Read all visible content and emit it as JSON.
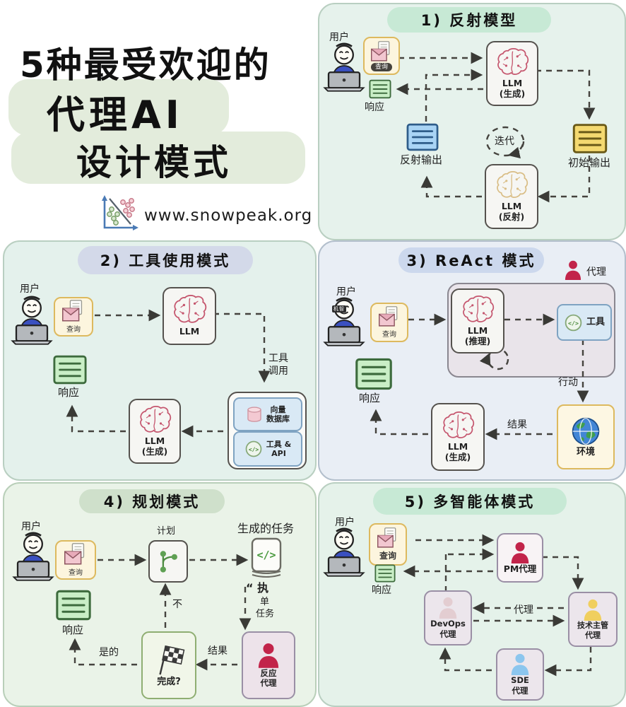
{
  "page": {
    "title_line1": "5种最受欢迎的",
    "title_line2": "代理AI",
    "title_line3": "设计模式",
    "website": "www.snowpeak.org"
  },
  "icons": {
    "code_glyph": "</>"
  },
  "panels": {
    "p1": {
      "header": "1) 反射模型",
      "user_label": "用户",
      "query_label": "查询",
      "response_label": "响应",
      "llm_gen": {
        "l1": "LLM",
        "l2": "(生成)"
      },
      "llm_reflect": {
        "l1": "LLM",
        "l2": "(反射)"
      },
      "reflect_output_label": "反射输出",
      "iterate_label": "迭代",
      "initial_output_label": "初始输出"
    },
    "p2": {
      "header": "2) 工具使用模式",
      "user_label": "用户",
      "query_label": "查询",
      "response_label": "响应",
      "llm_label": "LLM",
      "llm_gen": {
        "l1": "LLM",
        "l2": "(生成)"
      },
      "tool_call": {
        "l1": "工具",
        "l2": "调用"
      },
      "vector_db": {
        "l1": "向量",
        "l2": "数据库"
      },
      "tools_api": {
        "l1": "工具 &",
        "l2": "API"
      }
    },
    "p3": {
      "header": "3) ReAct 模式",
      "agent_label": "代理",
      "user_label": "用户",
      "user_face_text": "机智",
      "query_label": "查询",
      "response_label": "响应",
      "llm_reason": {
        "l1": "LLM",
        "l2": "(推理)"
      },
      "tool_label": "工具",
      "action_label": "行动",
      "result_label": "结果",
      "env_label": "环境",
      "llm_gen": {
        "l1": "LLM",
        "l2": "(生成)"
      }
    },
    "p4": {
      "header": "4) 规划模式",
      "user_label": "用户",
      "query_label": "查询",
      "response_label": "响应",
      "plan_label": "计划",
      "generated_tasks_label": "生成的任务",
      "exec_line1": "“ 执",
      "exec_line2": "单",
      "exec_line3": "任务",
      "no_label": "不",
      "yes_label": "是的",
      "result_label": "结果",
      "done_label": "完成?",
      "react_agent": {
        "l1": "反应",
        "l2": "代理"
      }
    },
    "p5": {
      "header": "5) 多智能体模式",
      "user_label": "用户",
      "query_label": "查询",
      "response_label": "响应",
      "pm_label": "PM代理",
      "relay_label": "代理",
      "devops": {
        "l1": "DevOps",
        "l2": "代理"
      },
      "techlead": {
        "l1": "技术主管",
        "l2": "代理"
      },
      "sde": {
        "l1": "SDE",
        "l2": "代理"
      }
    }
  },
  "colors": {
    "panel_mint_bg": "#e6f2ec",
    "panel_blue_bg": "#e9eef5",
    "panel_green_bg": "#eaf3e8",
    "pill_mint": "#c7e9d5",
    "pill_lavender": "#d3d9e9",
    "pill_blue": "#ccd8ed",
    "pill_sage": "#cfe0cb",
    "brain_pink": "#c5566e",
    "brain_tan": "#d9bd85",
    "doc_green": "#c9eec6",
    "doc_blue": "#a9d4f5",
    "doc_yellow": "#f4d970",
    "agent_red": "#c2244a",
    "agent_yellow": "#f0cf5e",
    "agent_blue": "#8cc6ee",
    "agent_pale_pink": "#e3cdd1",
    "envelope_box_bg": "#fcf5de",
    "envelope_box_border": "#ddb95e",
    "title_highlight": "#e3ecdc",
    "arrow": "#45433e"
  }
}
